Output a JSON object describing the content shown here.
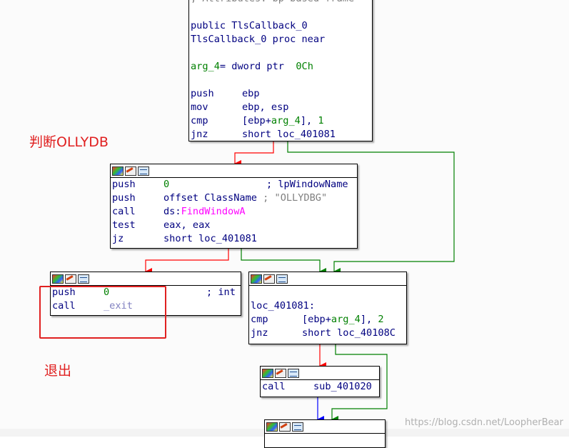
{
  "blocks": {
    "top": {
      "line0": "; Attributes: bp-based frame",
      "line1": "public TlsCallback_0",
      "line2": "TlsCallback_0 proc near",
      "line3_name": "arg_4",
      "line3_rest": "= dword ptr  ",
      "line3_val": "0Ch",
      "i1_m": "push",
      "i1_o": "ebp",
      "i2_m": "mov",
      "i2_o": "ebp, esp",
      "i3_m": "cmp",
      "i3_o1": "[ebp+",
      "i3_o2": "arg_4",
      "i3_o3": "], ",
      "i3_o4": "1",
      "i4_m": "jnz",
      "i4_o": "short loc_401081"
    },
    "findwindow": {
      "i1_m": "push",
      "i1_o": "0",
      "i1_c": "; lpWindowName",
      "i2_m": "push",
      "i2_o": "offset ClassName",
      "i2_c": "; \"OLLYDBG\"",
      "i3_m": "call",
      "i3_o1": "ds:",
      "i3_o2": "FindWindowA",
      "i4_m": "test",
      "i4_o": "eax, eax",
      "i5_m": "jz",
      "i5_o": "short loc_401081"
    },
    "exit": {
      "i1_m": "push",
      "i1_o": "0",
      "i1_c": "; int",
      "i2_m": "call",
      "i2_o": "_exit"
    },
    "loc401081": {
      "label": "loc_401081:",
      "i1_m": "cmp",
      "i1_o1": "[ebp+",
      "i1_o2": "arg_4",
      "i1_o3": "], ",
      "i1_o4": "2",
      "i2_m": "jnz",
      "i2_o": "short loc_40108C"
    },
    "sub": {
      "i1_m": "call",
      "i1_o": "sub_401020"
    }
  },
  "annotations": {
    "check_olly": "判断OLLYDB",
    "exit_label": "退出"
  },
  "watermark": "https://blog.csdn.net/LoopherBear",
  "colors": {
    "edge_true": "#008000",
    "edge_false": "#ff0000",
    "edge_uncond": "#0000ff",
    "annotation": "#e02020"
  }
}
